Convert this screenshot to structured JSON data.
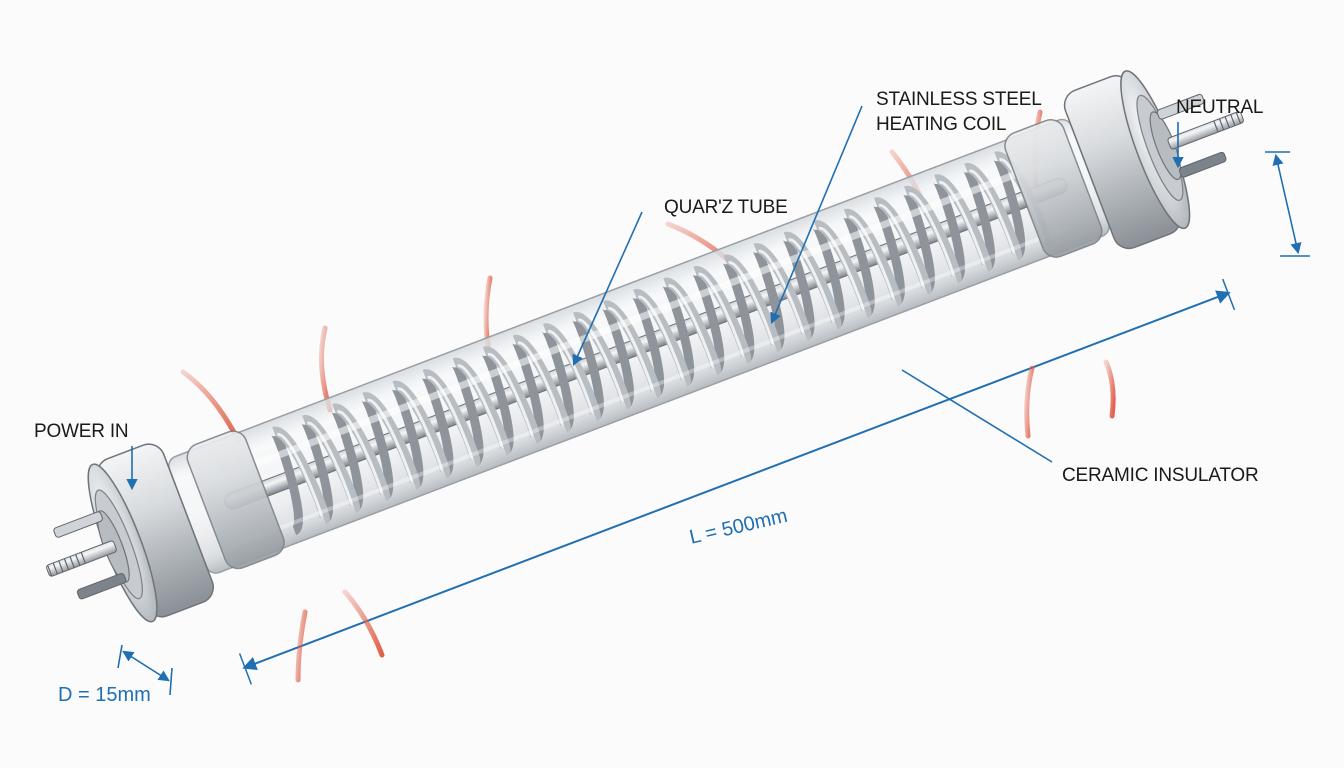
{
  "labels": {
    "power_in": "POWER IN",
    "quartz_tube": "QUAR'Z TUBE",
    "heating_coil_line1": "STAINLESS STEEL",
    "heating_coil_line2": "HEATING COIL",
    "neutral": "NEUTRAL",
    "ceramic_insulator": "CERAMIC INSULATOR",
    "length": "L = 500mm",
    "diameter": "D = 15mm"
  },
  "colors": {
    "dimension_blue": "#1f6fb2",
    "heat_arrow_red": "#e0604a",
    "metal_grey": "#9aa0a6"
  }
}
